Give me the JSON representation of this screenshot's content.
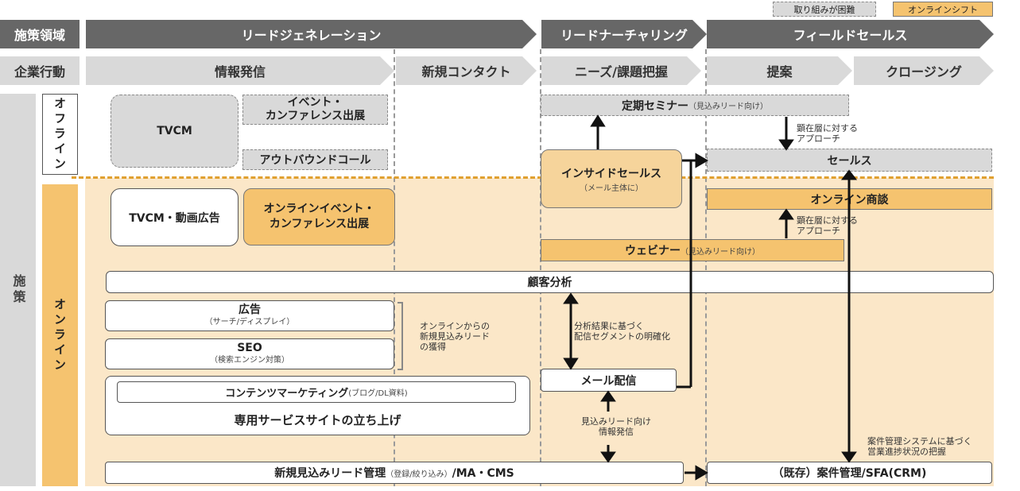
{
  "legend": {
    "difficult": "取り組みが困難",
    "online_shift": "オンラインシフト"
  },
  "colors": {
    "dark_gray": "#676767",
    "light_gray": "#d9d9d9",
    "orange": "#f5c36f",
    "online_bg": "#fbe7c8"
  },
  "header": {
    "domain_label": "施策領域",
    "action_label": "企業行動",
    "phases": [
      "リードジェネレーション",
      "リードナーチャリング",
      "フィールドセールス"
    ],
    "actions": [
      "情報発信",
      "新規コンタクト",
      "ニーズ/課題把握",
      "提案",
      "クロージング"
    ]
  },
  "side": {
    "measures": "施策",
    "offline": "オフライン",
    "online": "オンライン"
  },
  "boxes": {
    "tvcm": "TVCM",
    "event_offline": "イベント・\nカンファレンス出展",
    "outbound_call": "アウトバウンドコール",
    "seminar": "定期セミナー",
    "seminar_sub": "（見込みリード向け）",
    "note_offline": "顕在層に対する\nアプローチ",
    "inside_sales": "インサイドセールス",
    "inside_sales_sub": "（メール主体に）",
    "sales": "セールス",
    "tvcm_video": "TVCM・動画広告",
    "online_event": "オンラインイベント・\nカンファレンス出展",
    "online_meeting": "オンライン商談",
    "note_online": "顕在層に対する\nアプローチ",
    "webinar": "ウェビナー",
    "webinar_sub": "（見込みリード向け）",
    "customer_analysis": "顧客分析",
    "ad": "広告",
    "ad_sub": "（サーチ/ディスプレイ）",
    "seo": "SEO",
    "seo_sub": "（検索エンジン対策）",
    "note_newlead": "オンラインからの\n新規見込みリード\nの獲得",
    "note_segment": "分析結果に基づく\n配信セグメントの明確化",
    "mail": "メール配信",
    "content_marketing": "コンテンツマーケティング",
    "content_marketing_sub": "(ブログ/DL資料)",
    "service_site": "専用サービスサイトの立ち上げ",
    "note_info": "見込みリード向け\n情報発信",
    "note_sfa": "案件管理システムに基づく\n営業進捗状況の把握",
    "lead_mgmt": "新規見込みリード管理",
    "lead_mgmt_sub": "（登録/絞り込み）",
    "lead_mgmt_tail": "/MA・CMS",
    "sfa": "（既存）案件管理/SFA(CRM)"
  }
}
